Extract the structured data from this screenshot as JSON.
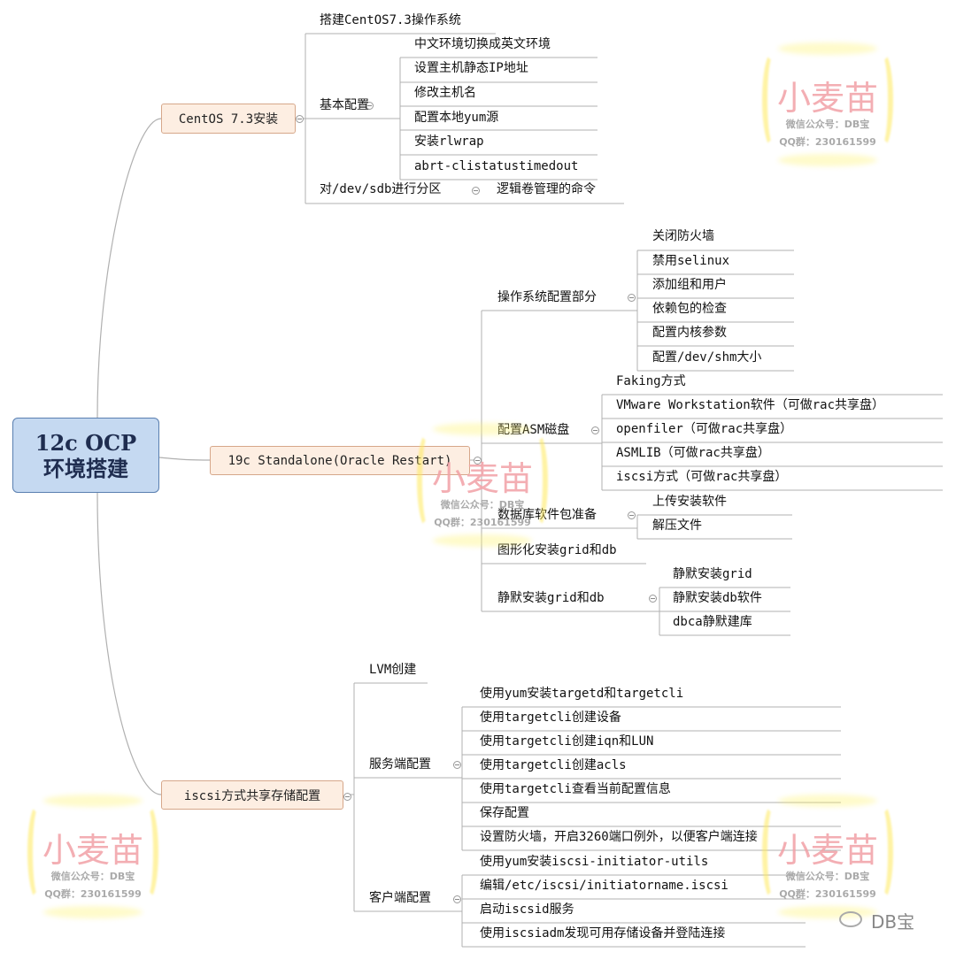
{
  "root": {
    "label": "12c OCP\n环境搭建"
  },
  "centos": {
    "label": "CentOS 7.3安装",
    "build": "搭建CentOS7.3操作系统",
    "basic": {
      "label": "基本配置",
      "items": [
        "中文环境切换成英文环境",
        "设置主机静态IP地址",
        "修改主机名",
        "配置本地yum源",
        "安装rlwrap",
        "abrt-clistatustimedout"
      ]
    },
    "partition": {
      "label": "对/dev/sdb进行分区",
      "child": "逻辑卷管理的命令"
    }
  },
  "standalone": {
    "label": "19c Standalone(Oracle Restart)",
    "os": {
      "label": "操作系统配置部分",
      "items": [
        "关闭防火墙",
        "禁用selinux",
        "添加组和用户",
        "依赖包的检查",
        "配置内核参数",
        "配置/dev/shm大小"
      ]
    },
    "asm": {
      "label": "配置ASM磁盘",
      "title": "Faking方式",
      "items": [
        "VMware Workstation软件（可做rac共享盘）",
        "openfiler（可做rac共享盘）",
        "ASMLIB（可做rac共享盘）",
        "iscsi方式（可做rac共享盘）"
      ]
    },
    "pkg": {
      "label": "数据库软件包准备",
      "items": [
        "上传安装软件",
        "解压文件"
      ]
    },
    "gui": {
      "label": "图形化安装grid和db"
    },
    "silent": {
      "label": "静默安装grid和db",
      "items": [
        "静默安装grid",
        "静默安装db软件",
        "dbca静默建库"
      ]
    }
  },
  "iscsi": {
    "label": "iscsi方式共享存储配置",
    "lvm": "LVM创建",
    "server": {
      "label": "服务端配置",
      "items": [
        "使用yum安装targetd和targetcli",
        "使用targetcli创建设备",
        "使用targetcli创建iqn和LUN",
        "使用targetcli创建acls",
        "使用targetcli查看当前配置信息",
        "保存配置",
        "设置防火墙，开启3260端口例外，以便客户端连接"
      ]
    },
    "client": {
      "label": "客户端配置",
      "items": [
        "使用yum安装iscsi-initiator-utils",
        "编辑/etc/iscsi/initiatorname.iscsi",
        "启动iscsid服务",
        "使用iscsiadm发现可用存储设备并登陆连接"
      ]
    }
  },
  "watermark": {
    "name": "小麦苗",
    "wechat": "微信公众号：DB宝",
    "qq": "QQ群：230161599"
  },
  "brand": "DB宝",
  "colors": {
    "root_fill": "#c5d9f1",
    "main_fill": "#fdeee2",
    "line": "#b0b0b0",
    "watermark_glow": "#ffe95a",
    "watermark_text": "#f2a0a6"
  }
}
